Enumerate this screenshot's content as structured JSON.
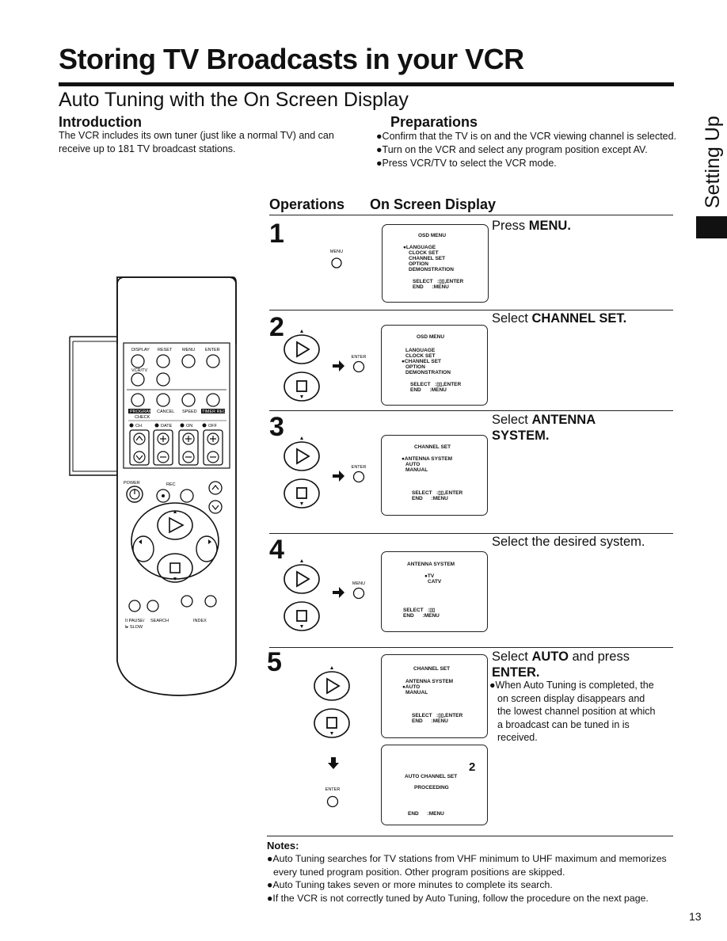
{
  "page": {
    "title": "Storing TV Broadcasts in your VCR",
    "subtitle": "Auto Tuning with the On Screen Display",
    "side_label": "Setting Up",
    "page_number": "13"
  },
  "introduction": {
    "heading": "Introduction",
    "text": "The VCR includes its own tuner (just like a normal TV) and can receive up to 181 TV broadcast stations."
  },
  "preparations": {
    "heading": "Preparations",
    "items": [
      "●Confirm that the TV is on and the VCR viewing channel is selected.",
      "●Turn on the VCR and select any program position except AV.",
      "●Press VCR/TV to select the VCR mode."
    ]
  },
  "columns": {
    "operations": "Operations",
    "osd": "On Screen Display"
  },
  "steps": [
    {
      "number": "1",
      "button_label": "MENU",
      "desc_plain": "Press ",
      "desc_bold": "MENU.",
      "osd": [
        "OSD MENU",
        "●LANGUAGE",
        "CLOCK SET",
        "CHANNEL SET",
        "OPTION",
        "DEMONSTRATION",
        "SELECT   :▯▯,ENTER",
        "END      :MENU"
      ]
    },
    {
      "number": "2",
      "button_label": "ENTER",
      "desc_plain": "Select ",
      "desc_bold": "CHANNEL SET.",
      "osd": [
        "OSD MENU",
        "LANGUAGE",
        "CLOCK SET",
        "●CHANNEL SET",
        "OPTION",
        "DEMONSTRATION",
        "SELECT   :▯▯,ENTER",
        "END      :MENU"
      ]
    },
    {
      "number": "3",
      "button_label": "ENTER",
      "desc_plain": "Select ",
      "desc_bold": "ANTENNA SYSTEM.",
      "desc_bold_1": "ANTENNA",
      "desc_bold_2": "SYSTEM.",
      "osd": [
        "CHANNEL SET",
        "●ANTENNA SYSTEM",
        "AUTO",
        "MANUAL",
        "SELECT   :▯▯,ENTER",
        "END      :MENU"
      ]
    },
    {
      "number": "4",
      "button_label": "MENU",
      "desc_plain": "Select the desired system.",
      "osd": [
        "ANTENNA SYSTEM",
        "●TV",
        "CATV",
        "SELECT   :▯▯",
        "END      :MENU"
      ]
    },
    {
      "number": "5",
      "button_label": "ENTER",
      "desc_plain_1": "Select ",
      "desc_bold_1": "AUTO",
      "desc_plain_2": " and press",
      "desc_bold_2": "ENTER.",
      "bullet": "●When Auto Tuning is completed, the on screen display disappears and the lowest channel position at which a broadcast can be tuned in is received.",
      "osd": [
        "CHANNEL SET",
        "ANTENNA SYSTEM",
        "●AUTO",
        "MANUAL",
        "SELECT   :▯▯,ENTER",
        "END      :MENU"
      ],
      "osd2": [
        "2",
        "AUTO CHANNEL SET",
        "PROCEEDING",
        "END      :MENU"
      ]
    }
  ],
  "notes": {
    "heading": "Notes:",
    "items": [
      "●Auto Tuning searches for TV stations from VHF minimum to UHF maximum and memorizes every tuned program position. Other program positions are skipped.",
      "●Auto Tuning takes seven or more minutes to complete its search.",
      "●If the VCR is not correctly tuned by Auto Tuning, follow the procedure on the next page."
    ]
  },
  "remote": {
    "top_labels": [
      "DISPLAY",
      "RESET",
      "MENU",
      "ENTER"
    ],
    "vcrtv": "VCR/TV",
    "program_labels": [
      "PROGRAM",
      "CANCEL",
      "SPEED",
      "TIMER REC"
    ],
    "check": "CHECK",
    "indicators": [
      "CH",
      "DATE",
      "ON",
      "OFF"
    ],
    "power": "POWER",
    "rec": "REC",
    "bottom_labels": [
      "II PAUSE/",
      "SEARCH",
      "INDEX"
    ],
    "slow": "I▸ SLOW"
  }
}
